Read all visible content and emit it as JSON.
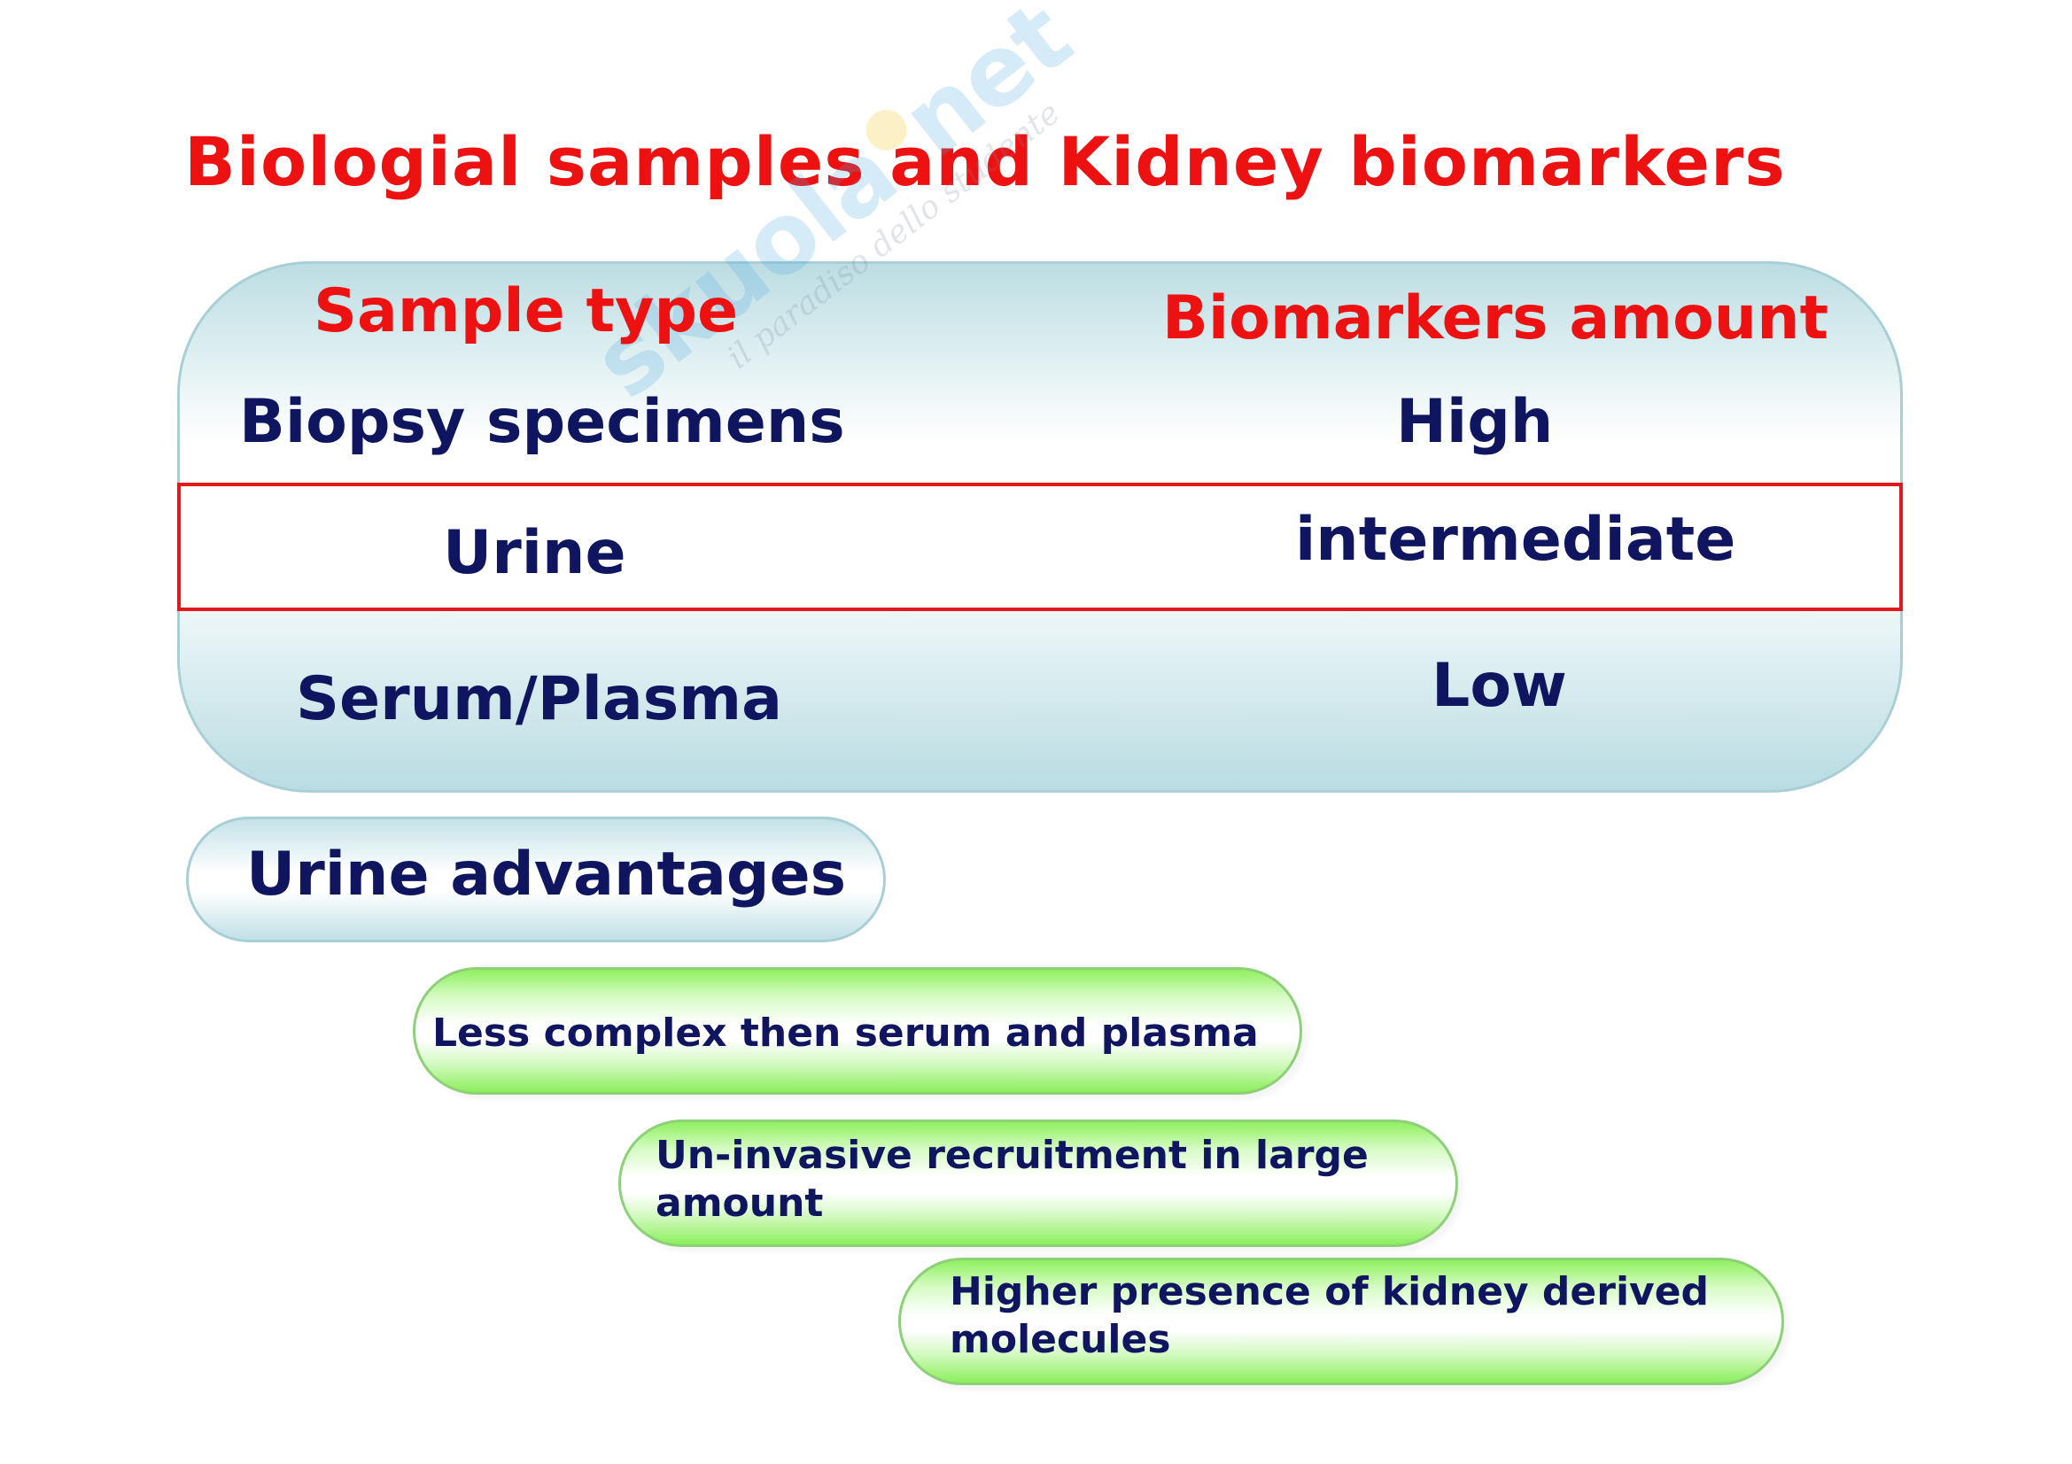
{
  "slide": {
    "title": "Biologial samples and Kidney biomarkers"
  },
  "watermark": {
    "brand": "skuola.net",
    "tagline": "il paradiso dello studente"
  },
  "table": {
    "headers": {
      "sample_type": "Sample type",
      "biomarkers_amount": "Biomarkers amount"
    },
    "rows": [
      {
        "sample": "Biopsy specimens",
        "amount": "High"
      },
      {
        "sample": "Urine",
        "amount": "intermediate"
      },
      {
        "sample": "Serum/Plasma",
        "amount": "Low"
      }
    ]
  },
  "advantages": {
    "heading": "Urine advantages",
    "items": [
      "Less complex then serum and plasma",
      "Un-invasive recruitment in large amount",
      "Higher presence of kidney derived molecules"
    ]
  },
  "colors": {
    "title_red": "#ee1111",
    "text_navy": "#101560",
    "highlight_border": "#e01a1a",
    "panel_blue": "#bcdde3",
    "pill_green": "#90f060"
  }
}
